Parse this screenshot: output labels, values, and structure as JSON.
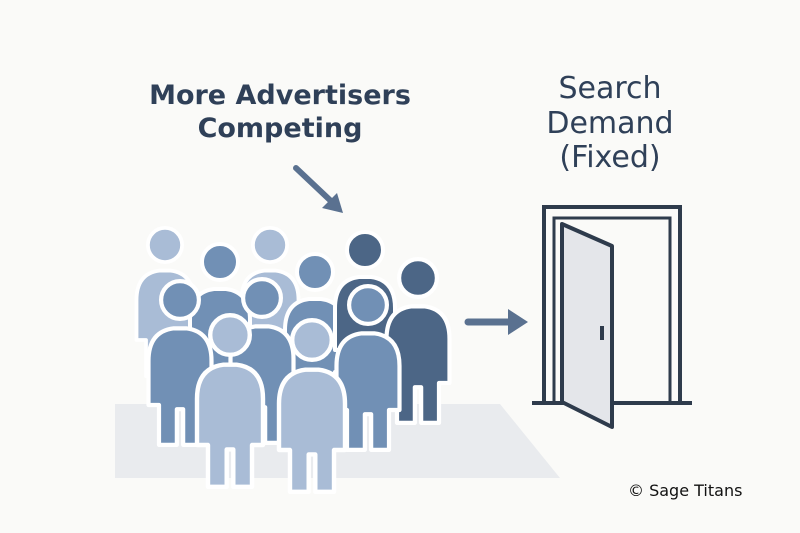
{
  "advertisers_label": {
    "line1": "More Advertisers",
    "line2": "Competing"
  },
  "demand_label": {
    "line1": "Search",
    "line2": "Demand",
    "line3": "(Fixed)"
  },
  "copyright": "© Sage Titans",
  "colors": {
    "text": "#2f4058",
    "arrow": "#5a7190",
    "person_light": "#a9bcd6",
    "person_mid": "#7190b5",
    "person_dark": "#4c6686",
    "floor": "#e9ebee",
    "door_frame": "#2e3b4c",
    "door_panel": "#e4e6ea"
  },
  "icons": {
    "crowd": "people-crowd-icon",
    "pointer": "down-right-arrow-icon",
    "flow": "right-arrow-icon",
    "door": "open-door-icon"
  }
}
